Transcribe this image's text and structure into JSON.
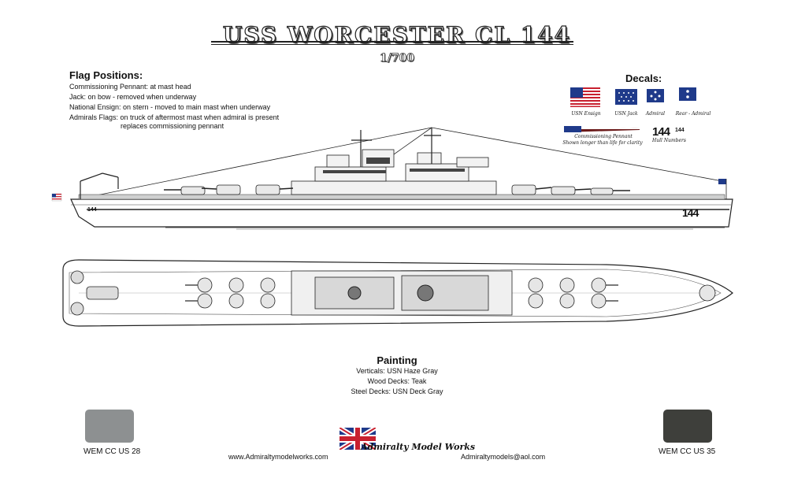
{
  "header": {
    "title": "USS WORCESTER CL 144",
    "scale": "1/700"
  },
  "flag_positions": {
    "heading": "Flag Positions:",
    "lines": [
      "Commissioning Pennant: at mast head",
      "Jack: on bow - removed when underway",
      "National Ensign: on stern - moved to main mast when underway",
      "Admirals Flags: on truck of aftermost mast when admiral is present",
      "replaces commissioning pennant"
    ]
  },
  "decals": {
    "heading": "Decals:",
    "flags": [
      {
        "caption": "USN Ensign"
      },
      {
        "caption": "USN Jack"
      },
      {
        "caption": "Admiral"
      },
      {
        "caption": "Rear - Admiral"
      }
    ],
    "pennant_caption_1": "Commissioning Pennant",
    "pennant_caption_2": "Shown longer than life for clarity",
    "hull_number_large": "144",
    "hull_number_small": "144",
    "hull_numbers_caption": "Hull Numbers"
  },
  "profile": {
    "bow_number": "144",
    "stern_number": "144"
  },
  "painting": {
    "heading": "Painting",
    "lines": [
      "Verticals: USN Haze Gray",
      "Wood Decks: Teak",
      "Steel Decks: USN Deck Gray"
    ]
  },
  "swatches": [
    {
      "label": "WEM CC US 28",
      "color": "#8d9091"
    },
    {
      "label": "WEM CC US 35",
      "color": "#3e3f3b"
    }
  ],
  "footer": {
    "website": "www.Admiraltymodelworks.com",
    "brand": "Admiralty Model Works",
    "email": "Admiraltymodels@aol.com"
  }
}
